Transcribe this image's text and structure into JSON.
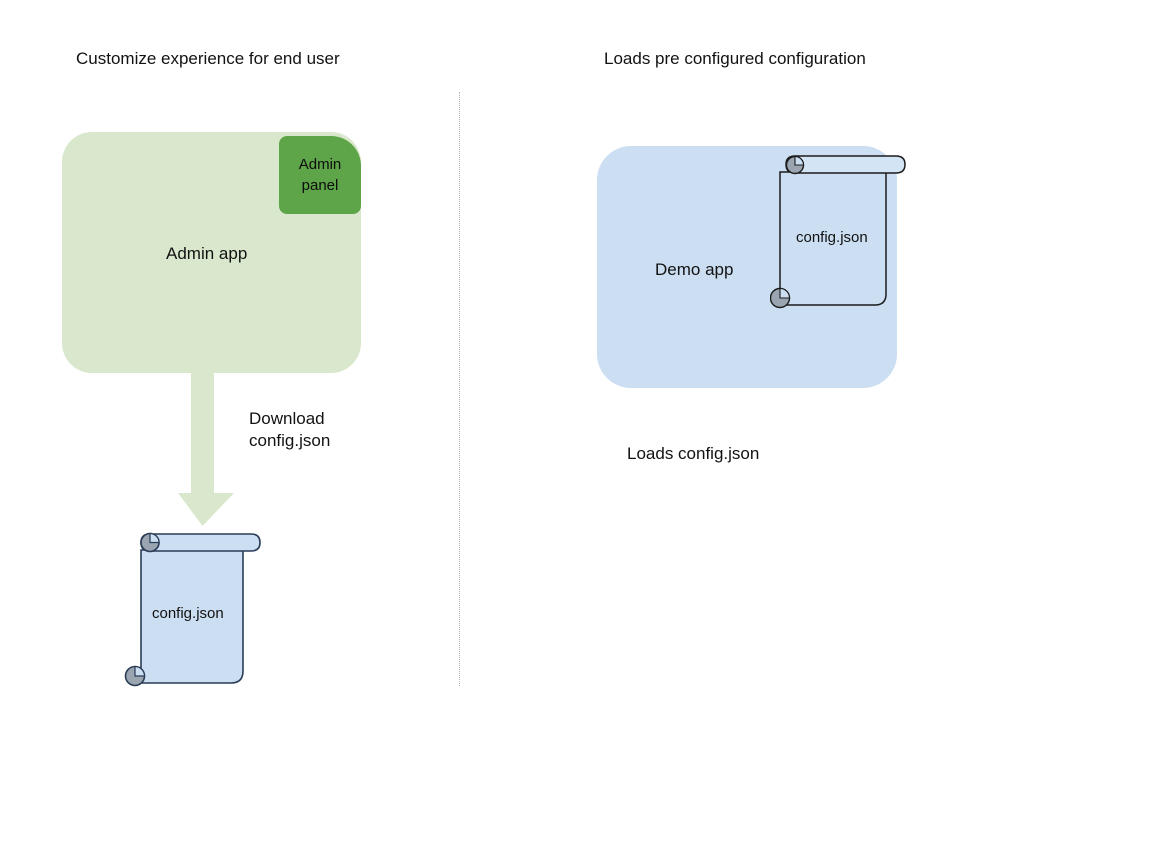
{
  "diagram": {
    "background_color": "#ffffff",
    "headings": {
      "left": "Customize experience for end user",
      "right": "Loads pre configured configuration"
    },
    "divider": {
      "name": "vertical-dotted-divider",
      "style": "dotted",
      "color": "#b5b5b5"
    },
    "left_flow": {
      "card": {
        "label": "Admin app",
        "fill": "#d9e8cc"
      },
      "panel": {
        "line1": "Admin",
        "line2": "panel",
        "fill": "#5da548"
      },
      "arrow": {
        "label_line1": "Download",
        "label_line2": "config.json",
        "fill": "#d9e8cc",
        "direction": "down"
      },
      "document": {
        "label": "config.json",
        "fill": "#cbdef2",
        "stroke": "#2a3c56",
        "curl_fill": "#9aa5b1"
      }
    },
    "right_flow": {
      "card": {
        "label": "Demo app",
        "fill": "#cbdef2"
      },
      "document": {
        "label": "config.json",
        "fill": "#cbdef2",
        "stroke": "#1c1c1c",
        "curl_fill": "#9aa5b1"
      },
      "caption": "Loads config.json"
    }
  }
}
